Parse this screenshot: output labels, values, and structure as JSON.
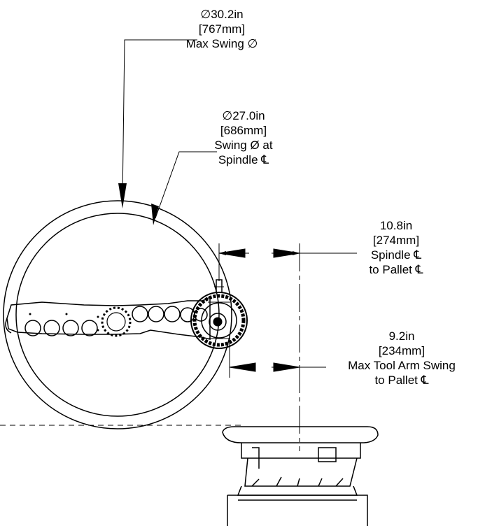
{
  "dimensions": {
    "max_swing": {
      "inches": "∅30.2in",
      "millimeters": "[767mm]",
      "description": "Max Swing ∅"
    },
    "swing_at_spindle": {
      "inches": "∅27.0in",
      "millimeters": "[686mm]",
      "description_line1": "Swing Ø at",
      "description_line2": "Spindle ℄"
    },
    "spindle_to_pallet": {
      "inches": "10.8in",
      "millimeters": "[274mm]",
      "description_line1": "Spindle ℄",
      "description_line2": "to Pallet ℄"
    },
    "tool_arm_to_pallet": {
      "inches": "9.2in",
      "millimeters": "[234mm]",
      "description_line1": "Max Tool Arm Swing",
      "description_line2": "to Pallet ℄"
    }
  },
  "colors": {
    "line": "#000000",
    "background": "#ffffff"
  }
}
